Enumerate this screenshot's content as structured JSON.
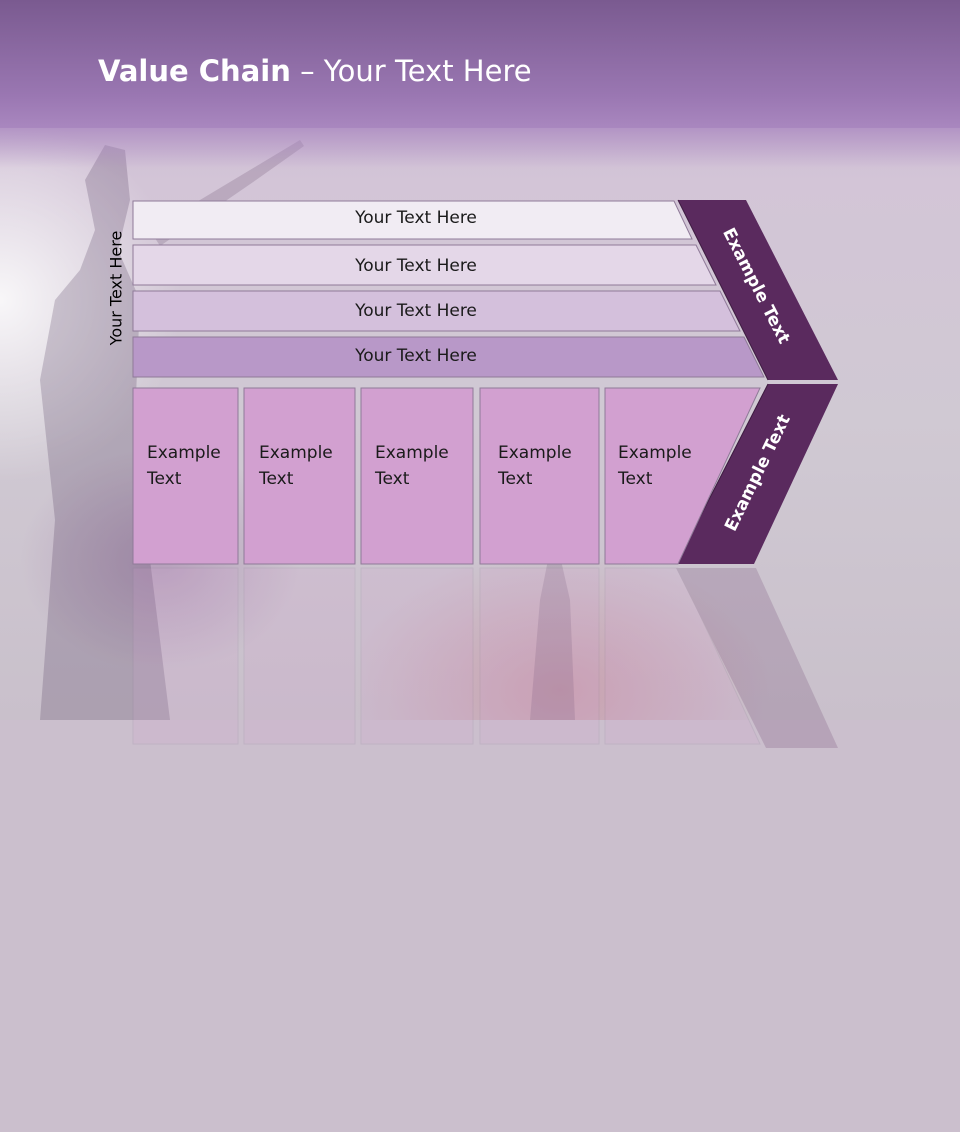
{
  "slide": {
    "title_bold": "Value Chain",
    "title_rest": " – Your Text Here",
    "side_label": "Your Text Here"
  },
  "rows": [
    {
      "label": "Your Text Here",
      "fill": "#f1ecf3"
    },
    {
      "label": "Your Text Here",
      "fill": "#e4d7e8"
    },
    {
      "label": "Your Text Here",
      "fill": "#d4c0dc"
    },
    {
      "label": "Your Text Here",
      "fill": "#b898c8"
    }
  ],
  "boxes": [
    {
      "line1": "Example",
      "line2": "Text"
    },
    {
      "line1": "Example",
      "line2": "Text"
    },
    {
      "line1": "Example",
      "line2": "Text"
    },
    {
      "line1": "Example",
      "line2": "Text"
    },
    {
      "line1": "Example",
      "line2": "Text"
    }
  ],
  "arrow": {
    "upper_label": "Example Text",
    "lower_label": "Example Text",
    "color": "#5a2a5e"
  },
  "colors": {
    "header": "#9a77b2",
    "box_fill": "#d2a0d0",
    "stroke": "#8f7a98"
  }
}
